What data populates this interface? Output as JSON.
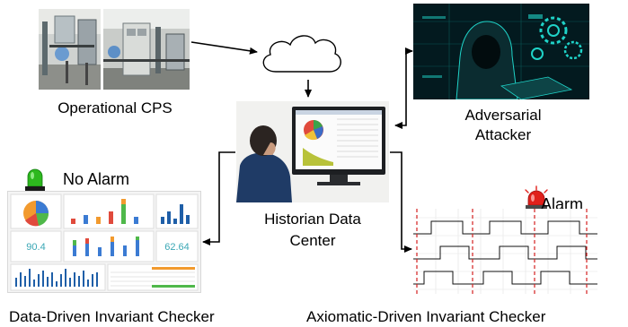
{
  "labels": {
    "operational_cps": "Operational CPS",
    "adversarial_line1": "Adversarial",
    "adversarial_line2": "Attacker",
    "historian_line1": "Historian Data",
    "historian_line2": "Center",
    "no_alarm": "No Alarm",
    "alarm": "Alarm",
    "data_driven_checker": "Data-Driven Invariant Checker",
    "axiomatic_checker": "Axiomatic-Driven Invariant Checker"
  },
  "dashboard_values": {
    "left_kpi": "90.4",
    "right_kpi": "62.64"
  },
  "colors": {
    "alarm_red": "#e0201b",
    "no_alarm_green": "#2db81e",
    "kpi_teal": "#3aa7b5",
    "bar_blue": "#1f5fa8",
    "hacker_teal": "#1fd3c8",
    "dashed_red": "#d42020"
  },
  "icons": [
    "cloud-icon",
    "green-beacon-icon",
    "red-alarm-beacon-icon"
  ]
}
